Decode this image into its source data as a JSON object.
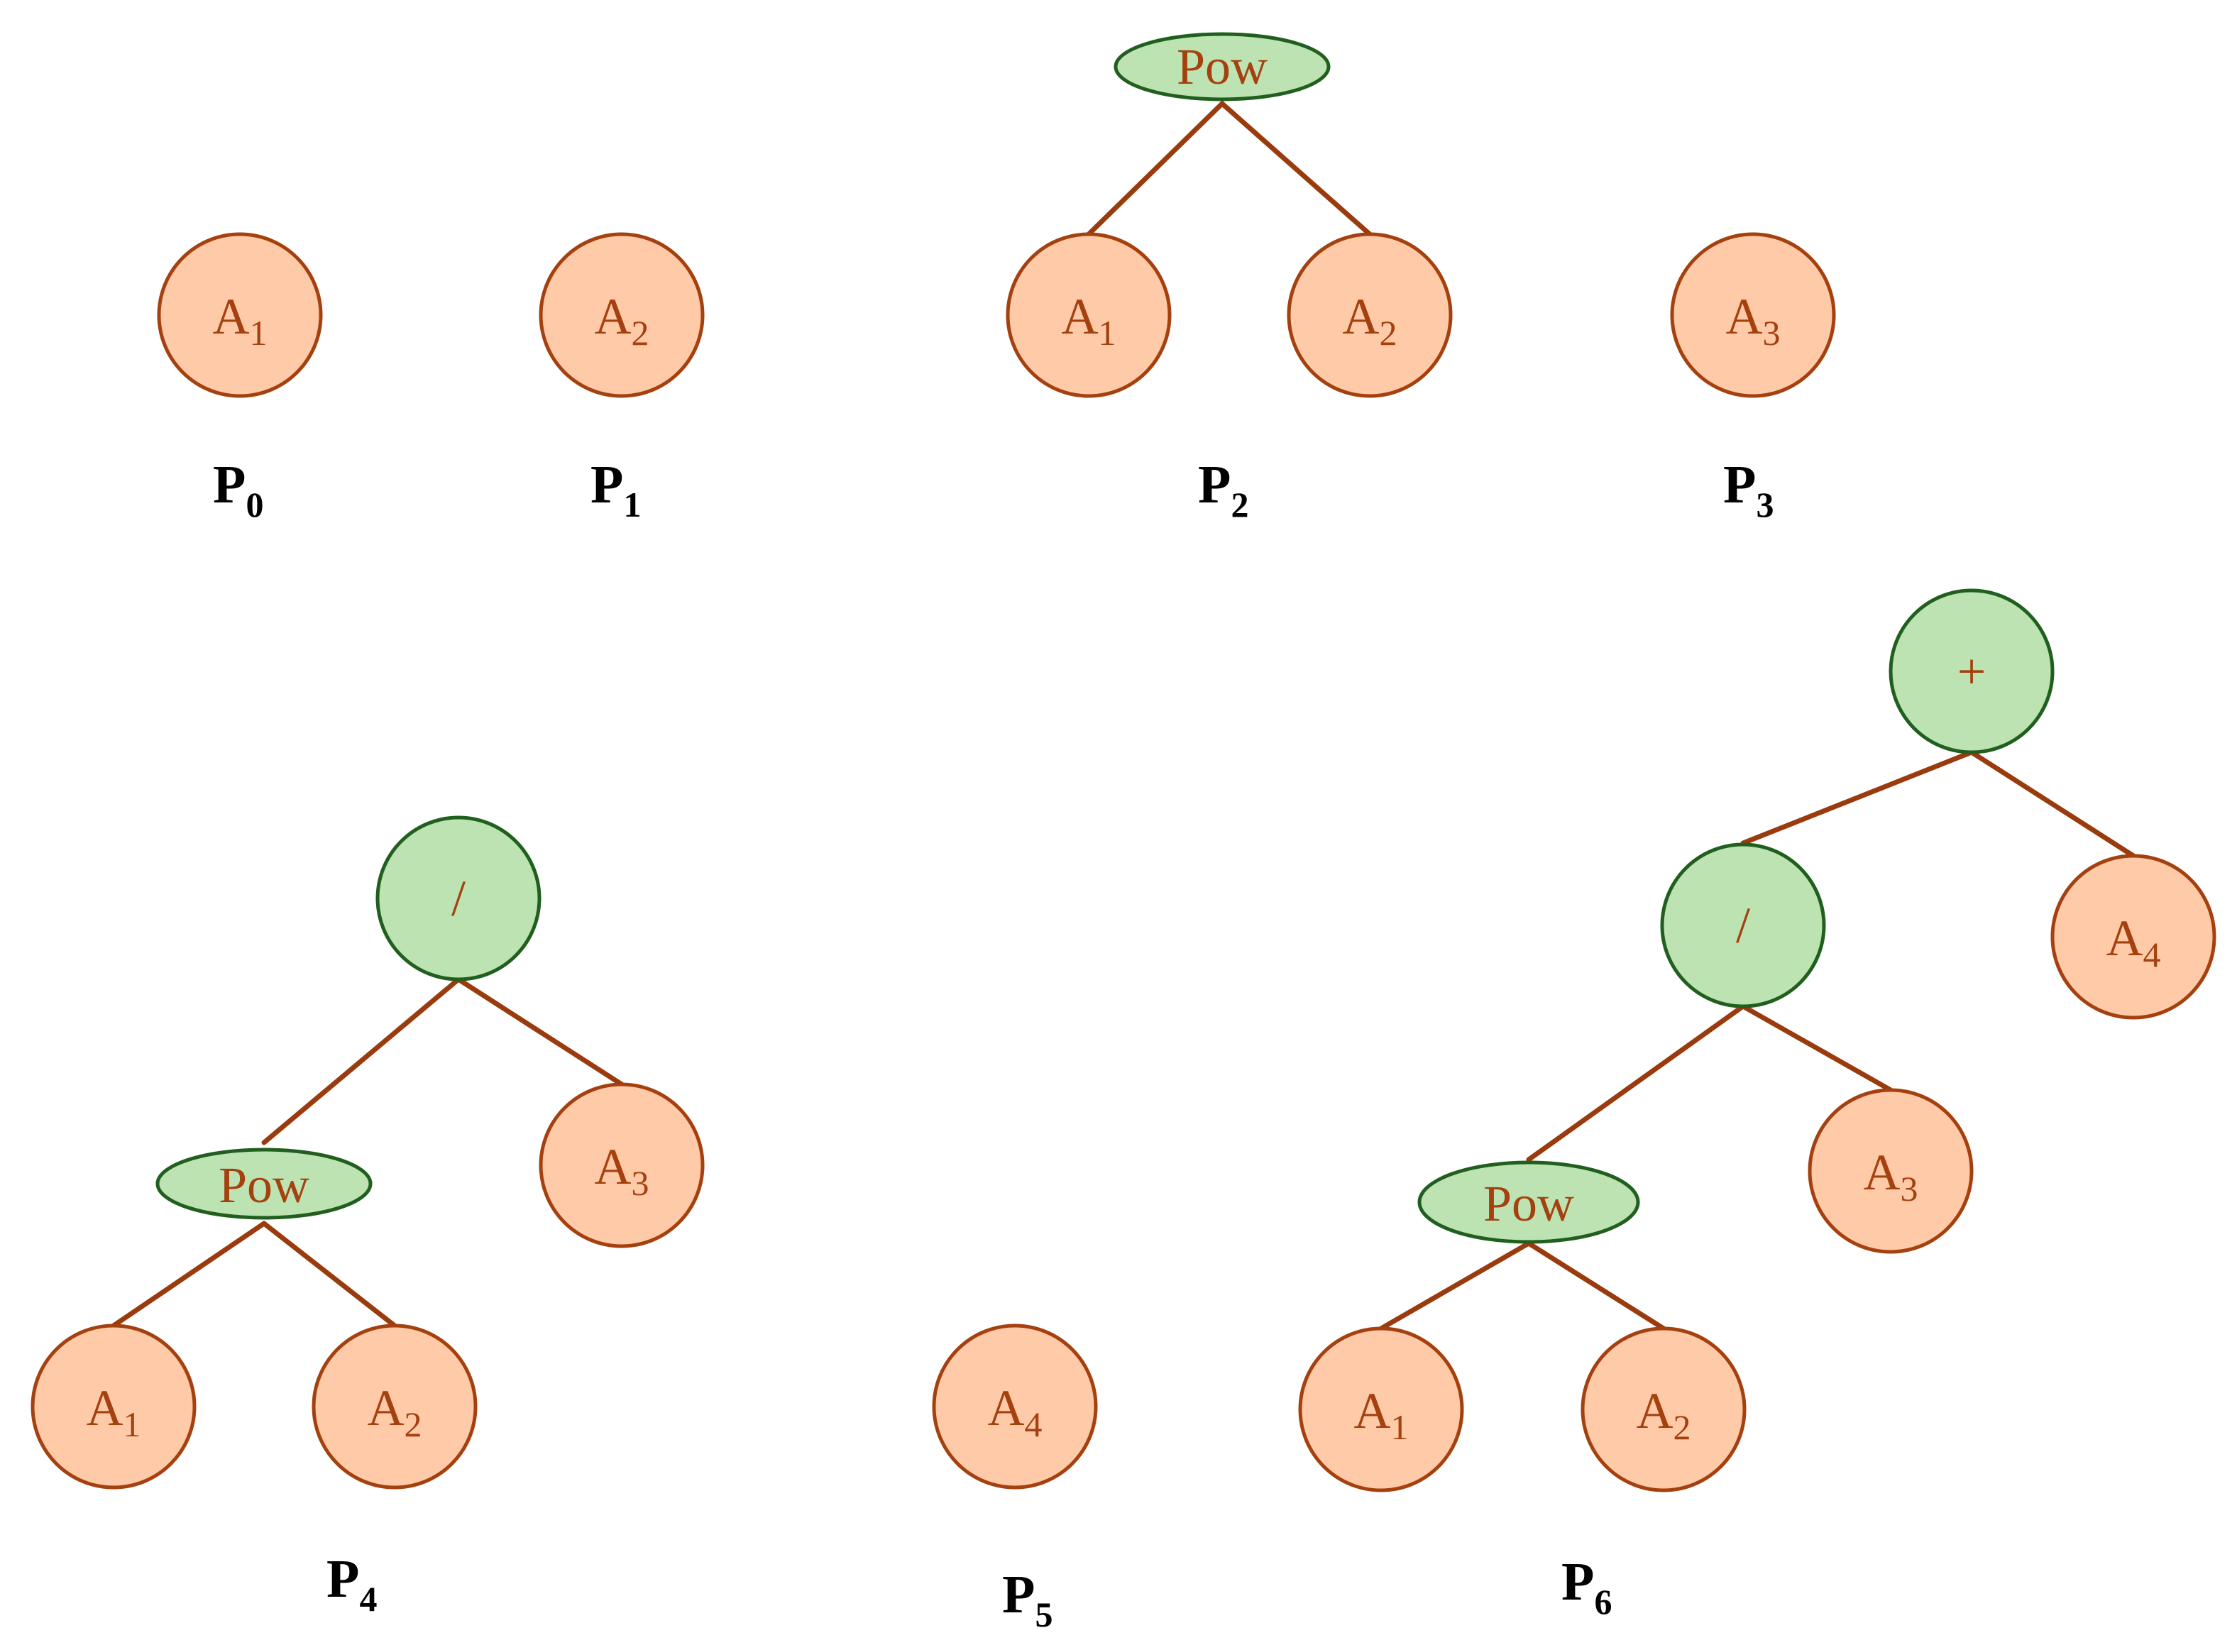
{
  "program_labels": [
    {
      "base": "P",
      "sub": "0"
    },
    {
      "base": "P",
      "sub": "1"
    },
    {
      "base": "P",
      "sub": "2"
    },
    {
      "base": "P",
      "sub": "3"
    },
    {
      "base": "P",
      "sub": "4"
    },
    {
      "base": "P",
      "sub": "5"
    },
    {
      "base": "P",
      "sub": "6"
    }
  ],
  "colors": {
    "leaf_fill": "#ffcaa8",
    "leaf_stroke": "#a5400f",
    "op_fill": "#bde3b3",
    "op_stroke": "#215f1f",
    "edge": "#9a3b0e",
    "text": "#a5400f"
  },
  "nodes": {
    "p0_a1": {
      "base": "A",
      "sub": "1"
    },
    "p1_a2": {
      "base": "A",
      "sub": "2"
    },
    "p2_pow": {
      "label": "Pow"
    },
    "p2_a1": {
      "base": "A",
      "sub": "1"
    },
    "p2_a2": {
      "base": "A",
      "sub": "2"
    },
    "p3_a3": {
      "base": "A",
      "sub": "3"
    },
    "p4_div": {
      "label": "/"
    },
    "p4_pow": {
      "label": "Pow"
    },
    "p4_a3": {
      "base": "A",
      "sub": "3"
    },
    "p4_a1": {
      "base": "A",
      "sub": "1"
    },
    "p4_a2": {
      "base": "A",
      "sub": "2"
    },
    "p5_a4": {
      "base": "A",
      "sub": "4"
    },
    "p6_plus": {
      "label": "+"
    },
    "p6_div": {
      "label": "/"
    },
    "p6_a4": {
      "base": "A",
      "sub": "4"
    },
    "p6_pow": {
      "label": "Pow"
    },
    "p6_a3": {
      "base": "A",
      "sub": "3"
    },
    "p6_a1": {
      "base": "A",
      "sub": "1"
    },
    "p6_a2": {
      "base": "A",
      "sub": "2"
    }
  }
}
